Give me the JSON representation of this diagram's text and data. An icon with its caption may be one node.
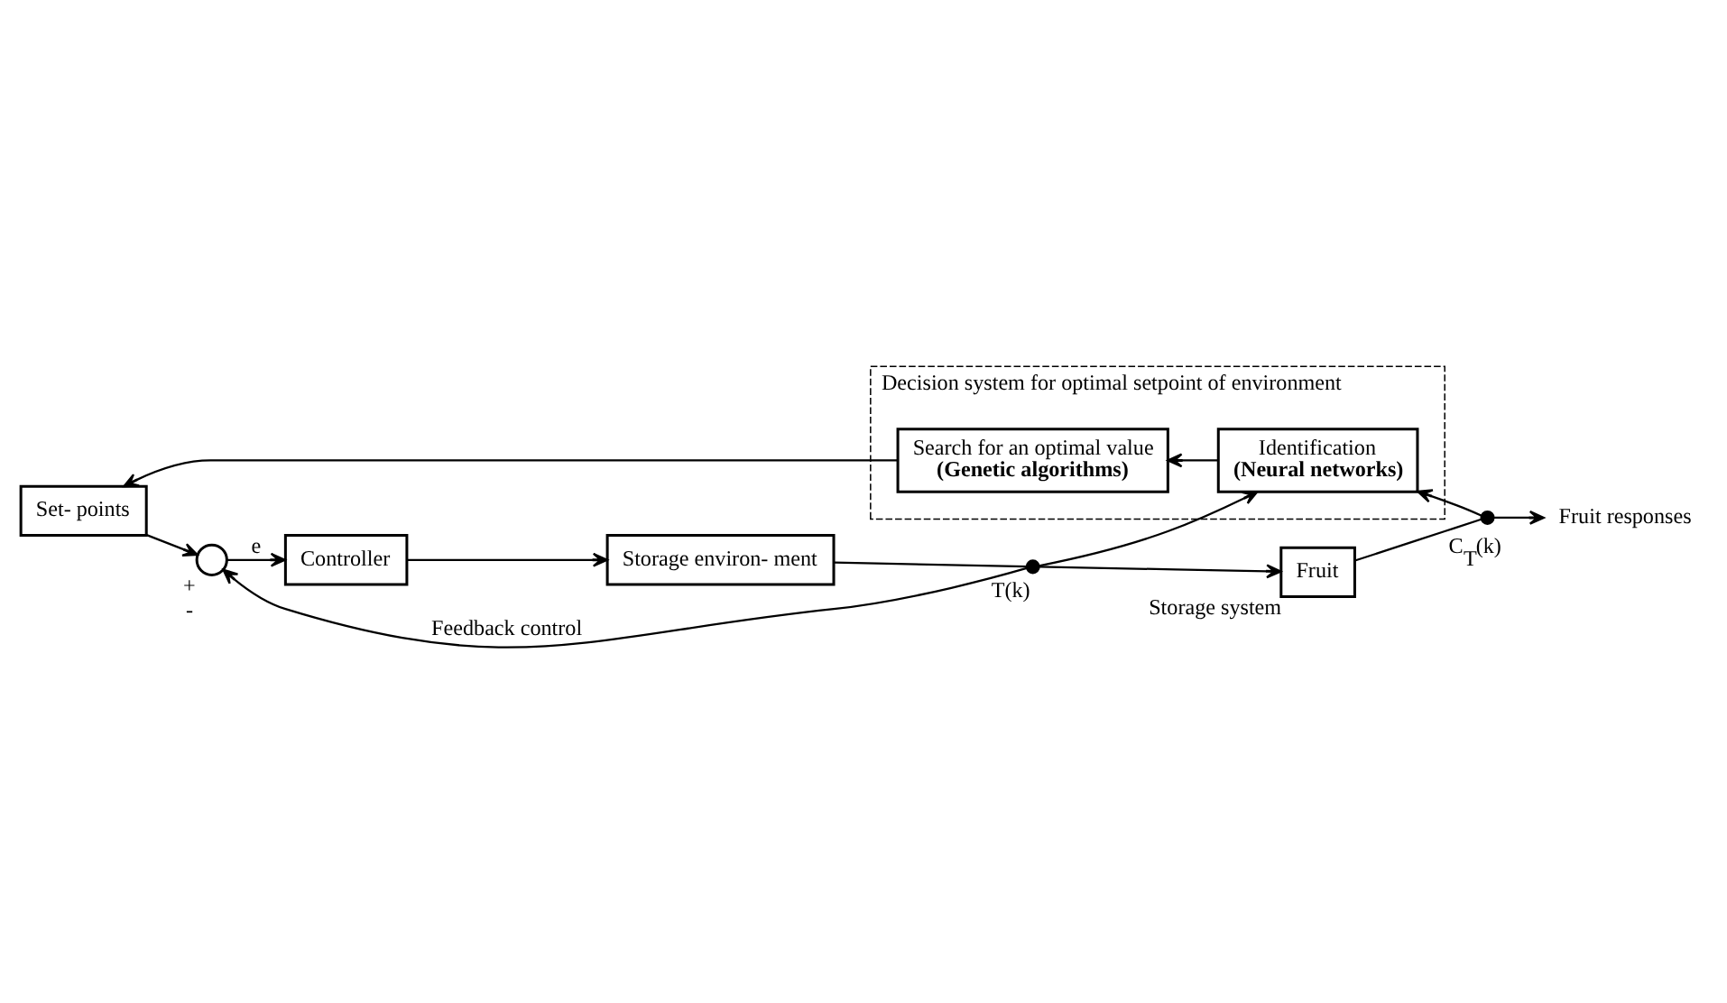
{
  "diagram": {
    "nodes": [
      {
        "text": [
          "Decision system for optimal setpoint of environment"
        ]
      },
      {
        "text": [
          "Search for an optimal value",
          "(Genetic algorithms)"
        ],
        "in": 0
      },
      {
        "text": [
          "Identification",
          "(Neural networks)"
        ],
        "in": 0
      },
      {
        "text": [
          "Set- points"
        ]
      },
      {
        "text": [],
        "shape": "circle",
        "beside": [
          "+",
          "-"
        ]
      },
      {
        "text": [
          "Controller"
        ]
      },
      {
        "text": [
          "Storage environ- ment"
        ]
      },
      {
        "text": [],
        "shape": "dot",
        "beside": [
          "T(k)"
        ]
      },
      {
        "text": [
          "Fruit"
        ],
        "beside": [
          "Storage system"
        ]
      },
      {
        "text": [],
        "shape": "dot",
        "beside": [
          "C$_{T}$(k)"
        ]
      },
      {
        "text": [
          "Fruit responses"
        ]
      }
    ],
    "edges": [
      {
        "from": 2,
        "to": 1,
        "arrow": "to"
      },
      {
        "from": 1,
        "to": 3,
        "arrow": "to"
      },
      {
        "from": 3,
        "to": 4,
        "arrow": "to"
      },
      {
        "from": 4,
        "to": 5,
        "arrow": "to",
        "label": "e"
      },
      {
        "from": 5,
        "to": 6,
        "arrow": "to"
      },
      {
        "from": 6,
        "to": 7,
        "arrow": "none"
      },
      {
        "from": 7,
        "to": 8,
        "arrow": "to"
      },
      {
        "from": 7,
        "to": 2,
        "arrow": "to"
      },
      {
        "from": 7,
        "to": 4,
        "arrow": "to",
        "label": "Feedback control"
      },
      {
        "from": 8,
        "to": 9,
        "arrow": "none"
      },
      {
        "from": 9,
        "to": 2,
        "arrow": "to"
      },
      {
        "from": 9,
        "to": 10,
        "arrow": "to"
      }
    ]
  }
}
